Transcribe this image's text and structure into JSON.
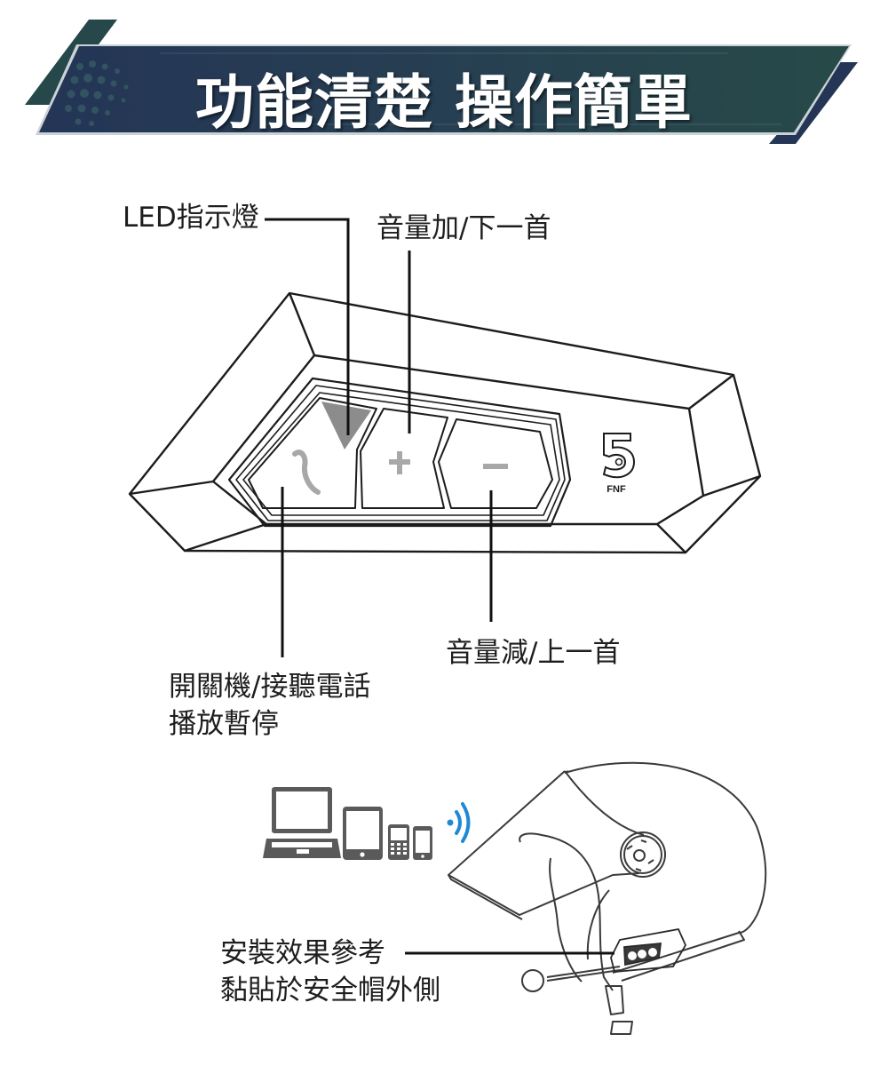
{
  "banner": {
    "title": "功能清楚  操作簡單",
    "colors": {
      "navy": "#243556",
      "teal": "#27484a",
      "edge": "#c9d2d6"
    }
  },
  "device_diagram": {
    "callouts": {
      "led": "LED指示燈",
      "volume_up": "音量加/下一首",
      "volume_down": "音量減/上一首",
      "power_line1": "開關機/接聽電話",
      "power_line2": "播放暫停"
    },
    "buttons": [
      {
        "name": "phone-button",
        "icon": "phone-icon"
      },
      {
        "name": "plus-button",
        "icon": "plus-icon",
        "glyph": "+"
      },
      {
        "name": "minus-button",
        "icon": "minus-icon",
        "glyph": "−"
      }
    ],
    "logo": {
      "number": "5",
      "text": "FNF"
    },
    "led_color": "#8c8c8c",
    "icon_color": "#a8a8a8"
  },
  "installation": {
    "devices": [
      "laptop-icon",
      "tablet-icon",
      "feature-phone-icon",
      "smartphone-icon"
    ],
    "wireless_color": "#1f8ad4",
    "caption_line1": "安裝效果參考",
    "caption_line2": "黏貼於安全帽外側"
  }
}
